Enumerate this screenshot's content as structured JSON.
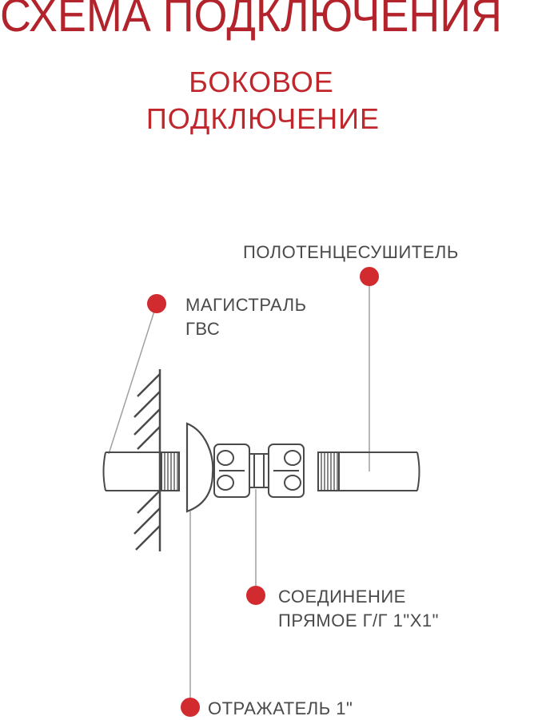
{
  "title": "СХЕМА   ПОДКЛЮЧЕНИЯ",
  "subtitle_line1": "БОКОВОЕ",
  "subtitle_line2": "ПОДКЛЮЧЕНИЕ",
  "labels": {
    "towel_dryer": "ПОЛОТЕНЦЕСУШИТЕЛЬ",
    "main_line_1": "МАГИСТРАЛЬ",
    "main_line_2": "ГВС",
    "connector_1": "СОЕДИНЕНИЕ",
    "connector_2": "ПРЯМОЕ Г/Г 1\"Х1\"",
    "reflector": "ОТРАЖАТЕЛЬ 1\""
  },
  "colors": {
    "accent": "#d12a2f",
    "title": "#b3232b",
    "line": "#555555",
    "leader": "#999999"
  }
}
